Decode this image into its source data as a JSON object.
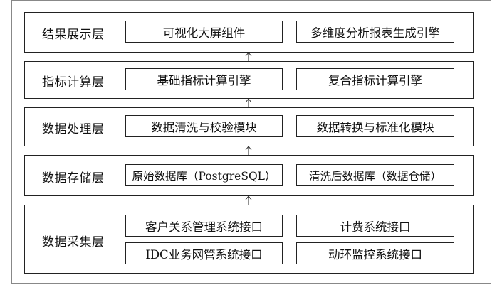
{
  "layers": [
    {
      "id": "presentation",
      "label": "结果展示层",
      "boxes": [
        "可视化大屏组件",
        "多维度分析报表生成引擎"
      ]
    },
    {
      "id": "indicator",
      "label": "指标计算层",
      "boxes": [
        "基础指标计算引擎",
        "复合指标计算引擎"
      ]
    },
    {
      "id": "processing",
      "label": "数据处理层",
      "boxes": [
        "数据清洗与校验模块",
        "数据转换与标准化模块"
      ]
    },
    {
      "id": "storage",
      "label": "数据存储层",
      "boxes": [
        "原始数据库（PostgreSQL）",
        "清洗后数据库（数据仓储）"
      ]
    },
    {
      "id": "collection",
      "label": "数据采集层",
      "boxes": [
        "客户关系管理系统接口",
        "计费系统接口",
        "IDC业务网管系统接口",
        "动环监控系统接口"
      ]
    }
  ]
}
